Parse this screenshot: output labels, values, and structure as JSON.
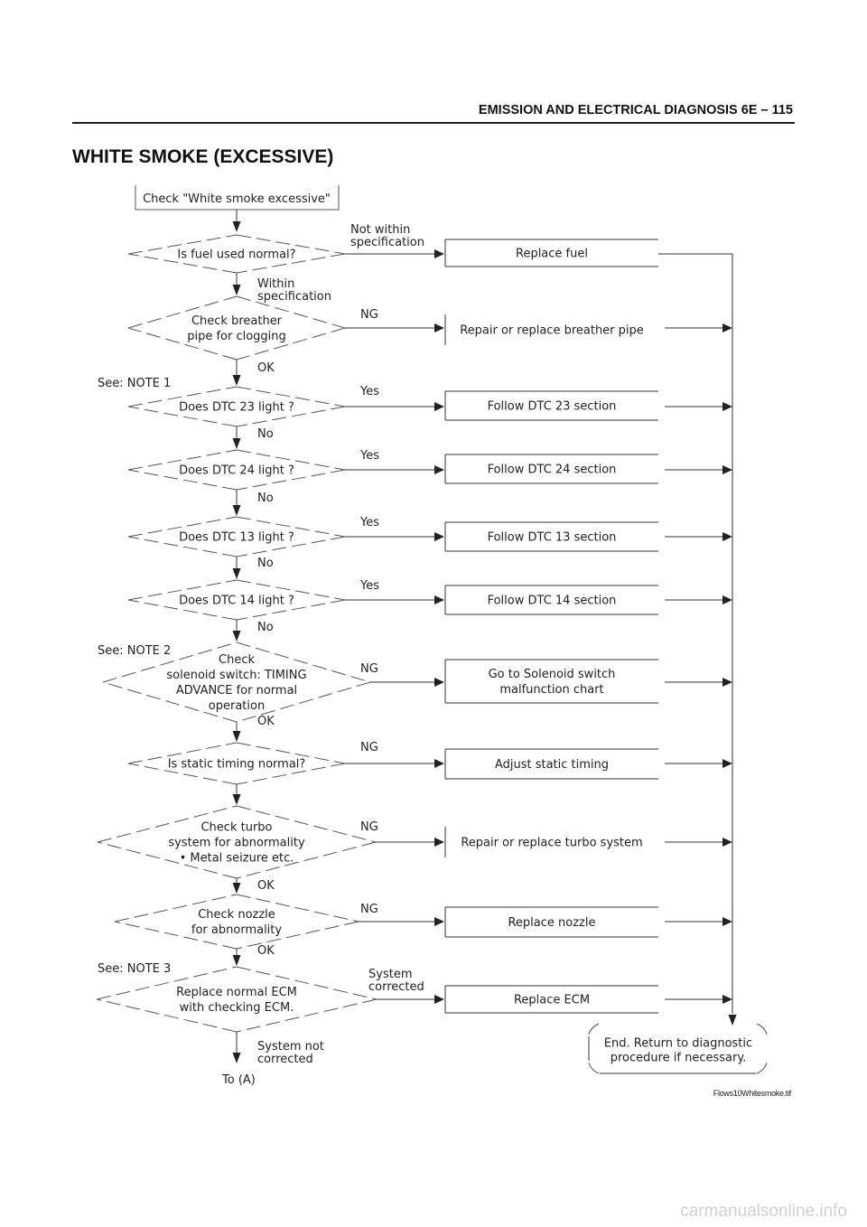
{
  "header": "EMISSION AND ELECTRICAL DIAGNOSIS  6E – 115",
  "title": "WHITE SMOKE (EXCESSIVE)",
  "start": "Check \"White smoke excessive\"",
  "notes": {
    "n1": "See: NOTE 1",
    "n2": "See: NOTE 2",
    "n3": "See: NOTE 3"
  },
  "decisions": [
    {
      "lines": [
        "Is fuel used normal?"
      ],
      "branch": [
        "Not within",
        "specification"
      ],
      "action": [
        "Replace fuel"
      ],
      "down": [
        "Within",
        "specification"
      ]
    },
    {
      "lines": [
        "Check breather",
        "pipe for clogging"
      ],
      "branch": [
        "NG"
      ],
      "action": [
        "Repair or replace breather pipe"
      ],
      "down": [
        "OK"
      ]
    },
    {
      "lines": [
        "Does DTC 23 light ?"
      ],
      "branch": [
        "Yes"
      ],
      "action": [
        "Follow DTC 23 section"
      ],
      "down": [
        "No"
      ]
    },
    {
      "lines": [
        "Does DTC 24 light ?"
      ],
      "branch": [
        "Yes"
      ],
      "action": [
        "Follow DTC 24 section"
      ],
      "down": [
        "No"
      ]
    },
    {
      "lines": [
        "Does DTC 13 light ?"
      ],
      "branch": [
        "Yes"
      ],
      "action": [
        "Follow DTC 13 section"
      ],
      "down": [
        "No"
      ]
    },
    {
      "lines": [
        "Does DTC 14 light ?"
      ],
      "branch": [
        "Yes"
      ],
      "action": [
        "Follow DTC 14 section"
      ],
      "down": [
        "No"
      ]
    },
    {
      "lines": [
        "Check",
        "solenoid switch: TIMING",
        "ADVANCE for normal",
        "operation"
      ],
      "branch": [
        "NG"
      ],
      "action": [
        "Go to Solenoid switch",
        "malfunction chart"
      ],
      "down": [
        "OK"
      ]
    },
    {
      "lines": [
        "Is static timing normal?"
      ],
      "branch": [
        "NG"
      ],
      "action": [
        "Adjust static timing"
      ],
      "down": []
    },
    {
      "lines": [
        "Check turbo",
        "system for abnormality",
        "• Metal seizure etc."
      ],
      "branch": [
        "NG"
      ],
      "action": [
        "Repair or replace turbo system"
      ],
      "down": [
        "OK"
      ]
    },
    {
      "lines": [
        "Check nozzle",
        "for abnormality"
      ],
      "branch": [
        "NG"
      ],
      "action": [
        "Replace nozzle"
      ],
      "down": [
        "OK"
      ]
    },
    {
      "lines": [
        "Replace normal ECM",
        "with checking ECM."
      ],
      "branch": [
        "System",
        "corrected"
      ],
      "action": [
        "Replace ECM"
      ],
      "down": [
        "System not",
        "corrected"
      ]
    }
  ],
  "end": [
    "End. Return to diagnostic",
    "procedure if necessary."
  ],
  "to_a": "To (A)",
  "filename": "Flows10Whitesmoke.tif",
  "watermark": "carmanualsonline.info"
}
